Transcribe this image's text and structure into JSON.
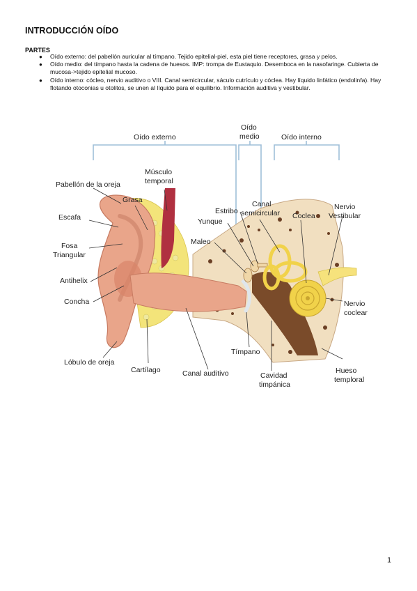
{
  "title": "INTRODUCCIÓN OÍDO",
  "section": "PARTES",
  "bullets": [
    "Oído externo: del pabellón auricular al tímpano. Tejido epitelial-piel, esta piel tiene receptores, grasa y pelos.",
    "Oído medio: del tímpano hasta la cadena de huesos. IMP: trompa de Eustaquio. Desemboca en la nasofaringe. Cubierta de mucosa->tejido epitelial mucoso.",
    "Oído interno: cócleo, nervio auditivo o VIII. Canal semicircular, sáculo cutrículo y cóclea. Hay líquido linfático (endolinfa). Hay flotando otoconias u otolitos, se unen al líquido para el equilibrio. Información auditiva y vestibular."
  ],
  "figure": {
    "regions": {
      "external": "Oído externo",
      "middle_line1": "Oído",
      "middle_line2": "medio",
      "internal": "Oído interno"
    },
    "labels": {
      "pabellon": "Pabellón de la oreja",
      "musculo_1": "Músculo",
      "musculo_2": "temporal",
      "grasa": "Grasa",
      "escafa": "Escafa",
      "fosa_1": "Fosa",
      "fosa_2": "Triangular",
      "antihelix": "Antihelix",
      "concha": "Concha",
      "lobulo": "Lóbulo de oreja",
      "cartilago": "Cartílago",
      "canal_auditivo": "Canal auditivo",
      "estribo": "Estribo",
      "yunque": "Yunque",
      "maleo": "Maleo",
      "canal_semi_1": "Canal",
      "canal_semi_2": "semicircular",
      "coclea": "Coclea",
      "nervio_vest_1": "Nervio",
      "nervio_vest_2": "Vestibular",
      "nervio_coc_1": "Nervio",
      "nervio_coc_2": "coclear",
      "timpano": "Tímpano",
      "cavidad_1": "Cavidad",
      "cavidad_2": "timpánica",
      "hueso_1": "Hueso",
      "hueso_2": "temploral"
    }
  },
  "page_number": "1",
  "colors": {
    "bracket": "#9fbfd9",
    "skin": "#e9a58a",
    "skin_dark": "#d9856a",
    "fat": "#f3e47a",
    "muscle": "#b03040",
    "bone": "#f1dfc0",
    "bone_dark": "#7a4b2a",
    "cochlea": "#f1d24a",
    "nerve": "#f6e27c"
  }
}
